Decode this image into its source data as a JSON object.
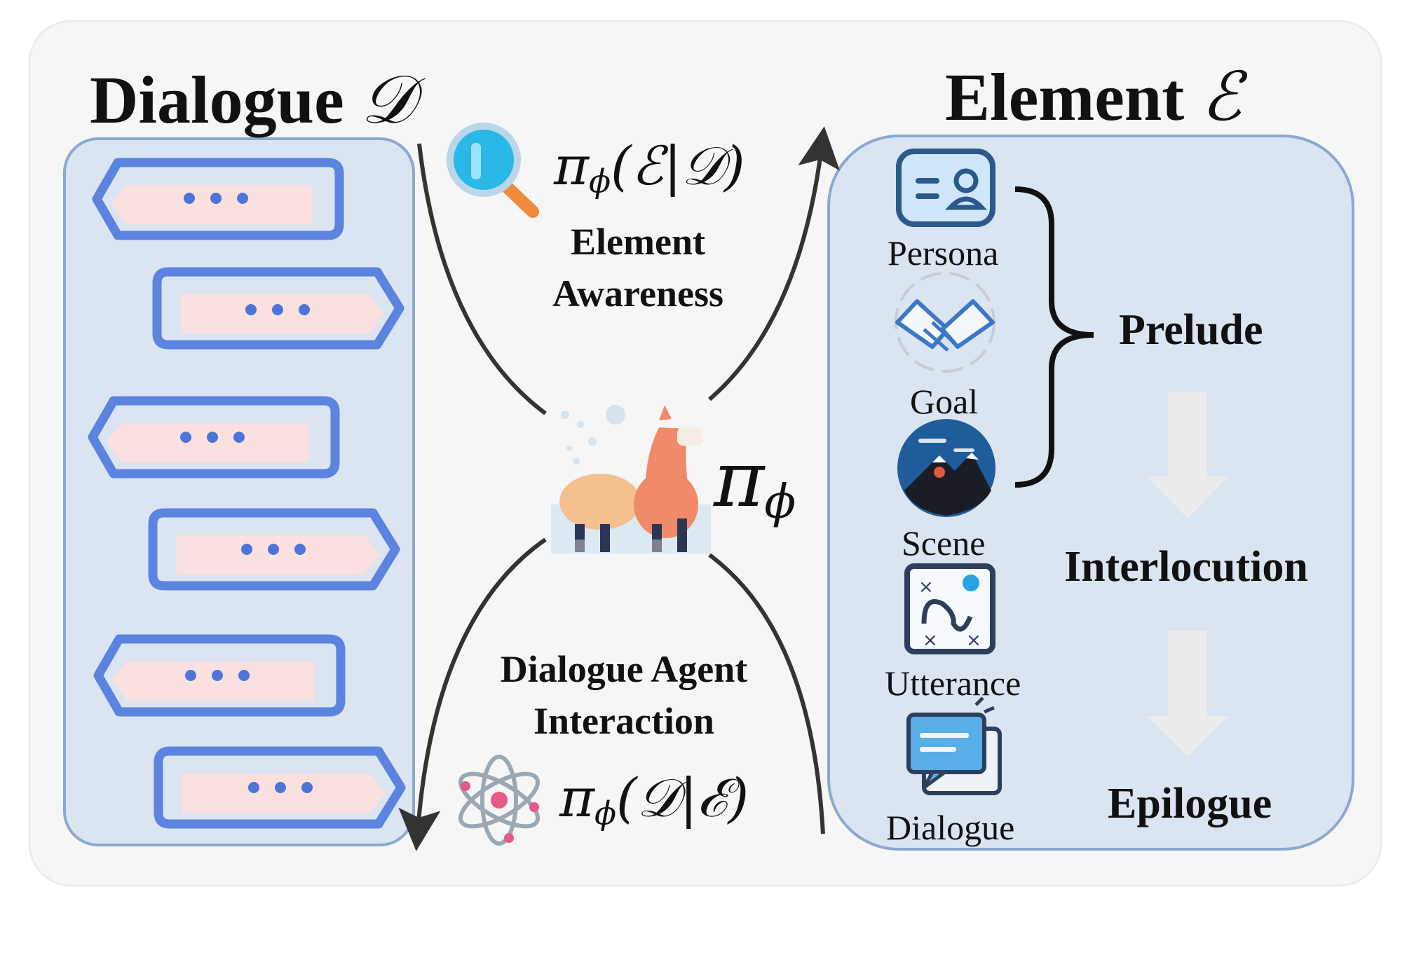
{
  "left_panel": {
    "title": "Dialogue",
    "title_symbol": "𝒟",
    "bubbles": [
      {
        "side": "left"
      },
      {
        "side": "right"
      },
      {
        "side": "left"
      },
      {
        "side": "right"
      },
      {
        "side": "left"
      },
      {
        "side": "right"
      }
    ]
  },
  "right_panel": {
    "title": "Element",
    "title_symbol": "ℰ",
    "elements": [
      {
        "label": "Persona",
        "icon": "persona-card-icon"
      },
      {
        "label": "Goal",
        "icon": "handshake-icon"
      },
      {
        "label": "Scene",
        "icon": "mountain-scene-icon"
      },
      {
        "label": "Utterance",
        "icon": "path-map-icon"
      },
      {
        "label": "Dialogue",
        "icon": "chat-bubbles-icon"
      }
    ],
    "phases": [
      "Prelude",
      "Interlocution",
      "Epilogue"
    ]
  },
  "center": {
    "top_formula": "π",
    "top_formula_sub": "ϕ",
    "top_formula_args": "(ℰ|𝒟)",
    "top_label_line1": "Element",
    "top_label_line2": "Awareness",
    "model_symbol": "π",
    "model_symbol_sub": "ϕ",
    "bottom_label_line1": "Dialogue Agent",
    "bottom_label_line2": "Interaction",
    "bottom_formula": "π",
    "bottom_formula_sub": "ϕ",
    "bottom_formula_args": "(𝒟|ℰ)",
    "icons": [
      "magnifier-icon",
      "llama-icon",
      "atom-icon"
    ]
  },
  "colors": {
    "background_panel": "#f6f6f6",
    "panel_fill": "#dbe4f1",
    "panel_border": "#8aa8d2",
    "bubble_border": "#5b84e0",
    "bubble_fill": "#fbe0e0",
    "bubble_dots": "#4d74d8",
    "arrow": "#333333"
  }
}
